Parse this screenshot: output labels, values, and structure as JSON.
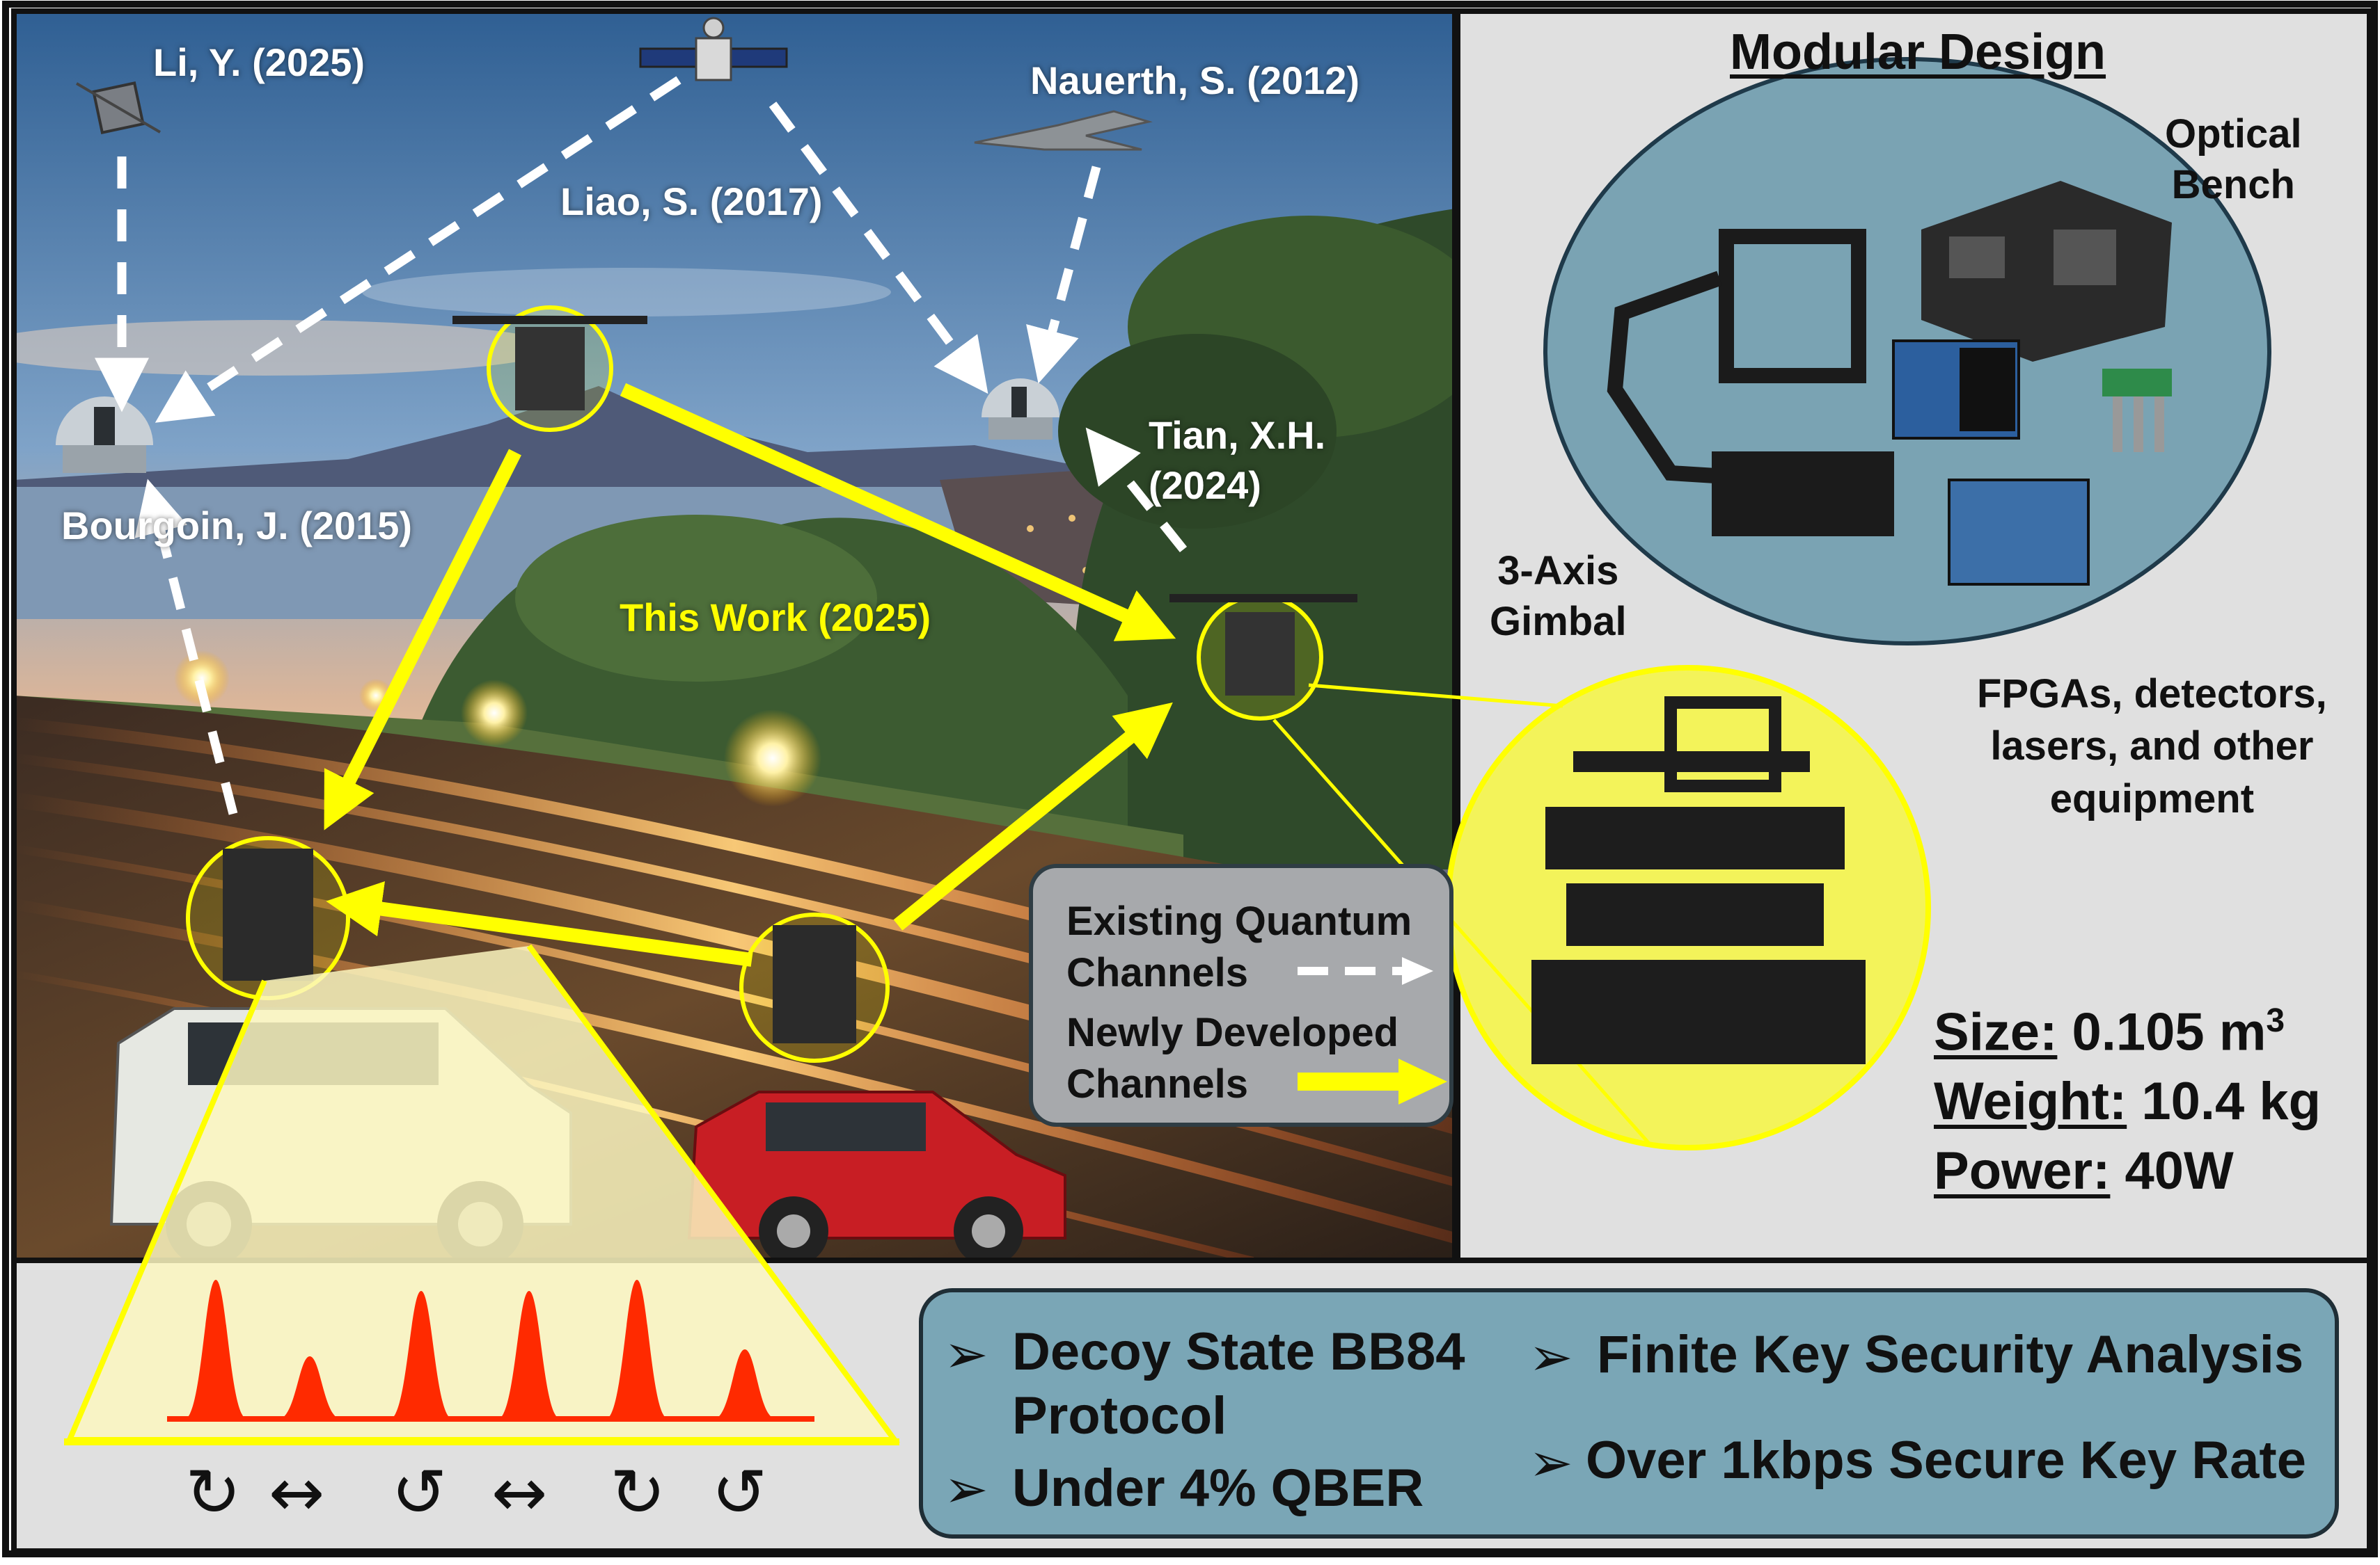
{
  "modular": {
    "title": "Modular Design",
    "optical_bench": "Optical\nBench",
    "gimbal": "3-Axis\nGimbal",
    "fpga": "FPGAs, detectors,\nlasers, and other\nequipment"
  },
  "citations": {
    "li": "Li, Y. (2025)",
    "nauerth": "Nauerth, S. (2012)",
    "liao": "Liao, S. (2017)",
    "bourgoin": "Bourgoin, J. (2015)",
    "tian_line1": "Tian, X.H.",
    "tian_line2": "(2024)",
    "this_work": "This Work (2025)"
  },
  "legend": {
    "existing_1": "Existing Quantum",
    "existing_2": "Channels",
    "new_1": "Newly Developed",
    "new_2": "Channels"
  },
  "specs": {
    "size_key": "Size:",
    "size_val": "0.105 m",
    "size_sup": "3",
    "weight_key": "Weight:",
    "weight_val": "10.4 kg",
    "power_key": "Power:",
    "power_val": "40W"
  },
  "features": {
    "decoy_1": "Decoy State BB84",
    "decoy_2": "Protocol",
    "qber": "Under 4% QBER",
    "finite": "Finite Key Security Analysis",
    "rate": "Over 1kbps Secure Key Rate",
    "bullet": "➢"
  },
  "polarization": [
    "↻",
    "↔",
    "↺",
    "↔",
    "↻",
    "↺"
  ],
  "pulses": [
    1.0,
    0.45,
    0.92,
    0.92,
    1.0,
    0.5
  ],
  "colors": {
    "yellow": "#ffff00",
    "pulse_red": "#ff2a00",
    "panel_grey": "#e0e0e0",
    "feature_blue": "#7aa6b6",
    "lens_blue": "#7aa3b3"
  }
}
